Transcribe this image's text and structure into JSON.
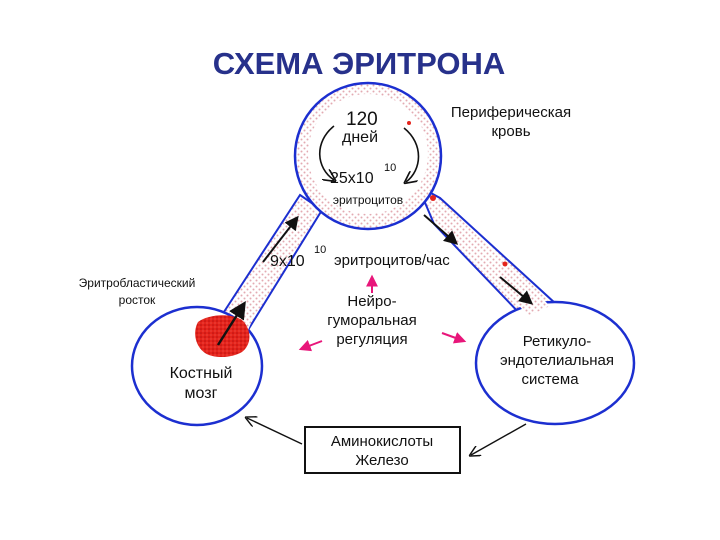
{
  "title": "СХЕМА ЭРИТРОНА",
  "colors": {
    "title": "#27318b",
    "outline": "#1c2fd0",
    "vessel_dots": "#d8a0a8",
    "marrow": "#e0201a",
    "pink_arrow": "#e8167a",
    "arrow": "#111111"
  },
  "peripheral_blood": {
    "label_line1": "Периферическая",
    "label_line2": "кровь",
    "days_num": "120",
    "days_word": "дней",
    "count_base": "25х10",
    "count_exp": "10",
    "count_unit": "эритроцитов"
  },
  "flow": {
    "rate_base": "9х10",
    "rate_exp": "10",
    "rate_unit": "эритроцитов/час"
  },
  "erythroblastic": {
    "line1": "Эритробластический",
    "line2": "росток"
  },
  "bone_marrow": {
    "line1": "Костный",
    "line2": "мозг"
  },
  "regulation": {
    "line1": "Нейро-",
    "line2": "гуморальная",
    "line3": "регуляция"
  },
  "res": {
    "line1": "Ретикуло-",
    "line2": "эндотелиальная",
    "line3": "система"
  },
  "nutrients": {
    "line1": "Аминокислоты",
    "line2": "Железо"
  }
}
